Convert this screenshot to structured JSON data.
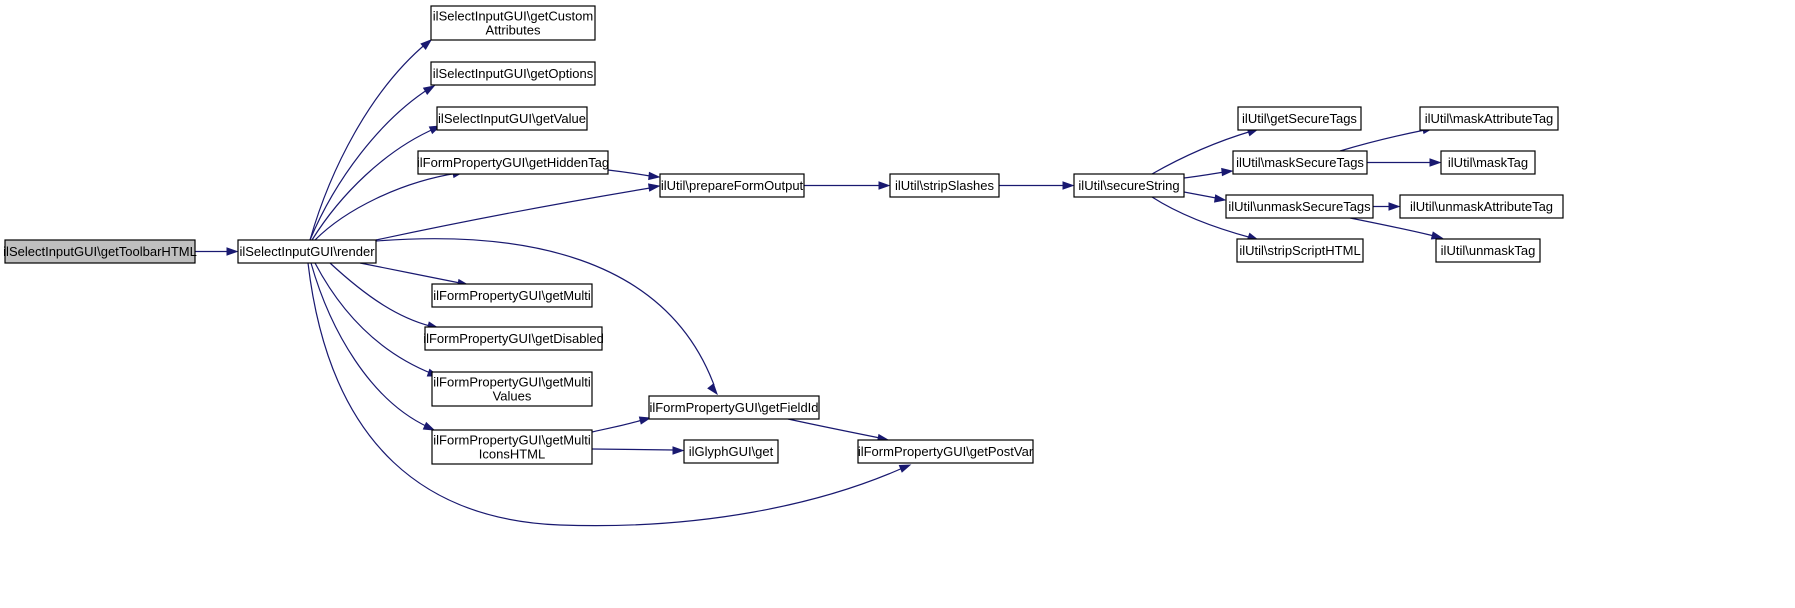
{
  "diagram": {
    "nodes": {
      "root": {
        "lines": [
          "ilSelectInputGUI\\getToolbarHTML"
        ],
        "highlight": true
      },
      "render": {
        "lines": [
          "ilSelectInputGUI\\render"
        ]
      },
      "customAttr": {
        "lines": [
          "ilSelectInputGUI\\getCustom",
          "Attributes"
        ]
      },
      "getOptions": {
        "lines": [
          "ilSelectInputGUI\\getOptions"
        ]
      },
      "getValue": {
        "lines": [
          "ilSelectInputGUI\\getValue"
        ]
      },
      "hiddenTag": {
        "lines": [
          "ilFormPropertyGUI\\getHiddenTag"
        ]
      },
      "getMulti": {
        "lines": [
          "ilFormPropertyGUI\\getMulti"
        ]
      },
      "getDisabled": {
        "lines": [
          "ilFormPropertyGUI\\getDisabled"
        ]
      },
      "multiValues": {
        "lines": [
          "ilFormPropertyGUI\\getMulti",
          "Values"
        ]
      },
      "multiIcons": {
        "lines": [
          "ilFormPropertyGUI\\getMulti",
          "IconsHTML"
        ]
      },
      "prepareForm": {
        "lines": [
          "ilUtil\\prepareFormOutput"
        ]
      },
      "fieldId": {
        "lines": [
          "ilFormPropertyGUI\\getFieldId"
        ]
      },
      "glyph": {
        "lines": [
          "ilGlyphGUI\\get"
        ]
      },
      "postVar": {
        "lines": [
          "ilFormPropertyGUI\\getPostVar"
        ]
      },
      "stripSlashes": {
        "lines": [
          "ilUtil\\stripSlashes"
        ]
      },
      "secureString": {
        "lines": [
          "ilUtil\\secureString"
        ]
      },
      "getSecureTags": {
        "lines": [
          "ilUtil\\getSecureTags"
        ]
      },
      "maskSecureTags": {
        "lines": [
          "ilUtil\\maskSecureTags"
        ]
      },
      "unmaskSecureTags": {
        "lines": [
          "ilUtil\\unmaskSecureTags"
        ]
      },
      "stripScript": {
        "lines": [
          "ilUtil\\stripScriptHTML"
        ]
      },
      "maskAttr": {
        "lines": [
          "ilUtil\\maskAttributeTag"
        ]
      },
      "maskTag": {
        "lines": [
          "ilUtil\\maskTag"
        ]
      },
      "unmaskAttr": {
        "lines": [
          "ilUtil\\unmaskAttributeTag"
        ]
      },
      "unmaskTag": {
        "lines": [
          "ilUtil\\unmaskTag"
        ]
      }
    },
    "edges": [
      {
        "from": "root",
        "to": "render"
      },
      {
        "from": "render",
        "to": "customAttr"
      },
      {
        "from": "render",
        "to": "getOptions"
      },
      {
        "from": "render",
        "to": "getValue"
      },
      {
        "from": "render",
        "to": "hiddenTag"
      },
      {
        "from": "render",
        "to": "prepareForm"
      },
      {
        "from": "render",
        "to": "fieldId"
      },
      {
        "from": "render",
        "to": "getMulti"
      },
      {
        "from": "render",
        "to": "getDisabled"
      },
      {
        "from": "render",
        "to": "multiValues"
      },
      {
        "from": "render",
        "to": "multiIcons"
      },
      {
        "from": "render",
        "to": "postVar"
      },
      {
        "from": "hiddenTag",
        "to": "prepareForm"
      },
      {
        "from": "prepareForm",
        "to": "stripSlashes"
      },
      {
        "from": "stripSlashes",
        "to": "secureString"
      },
      {
        "from": "secureString",
        "to": "getSecureTags"
      },
      {
        "from": "secureString",
        "to": "maskSecureTags"
      },
      {
        "from": "secureString",
        "to": "unmaskSecureTags"
      },
      {
        "from": "secureString",
        "to": "stripScript"
      },
      {
        "from": "maskSecureTags",
        "to": "maskAttr"
      },
      {
        "from": "maskSecureTags",
        "to": "maskTag"
      },
      {
        "from": "unmaskSecureTags",
        "to": "unmaskAttr"
      },
      {
        "from": "unmaskSecureTags",
        "to": "unmaskTag"
      },
      {
        "from": "multiIcons",
        "to": "fieldId"
      },
      {
        "from": "multiIcons",
        "to": "glyph"
      },
      {
        "from": "fieldId",
        "to": "postVar"
      }
    ]
  }
}
